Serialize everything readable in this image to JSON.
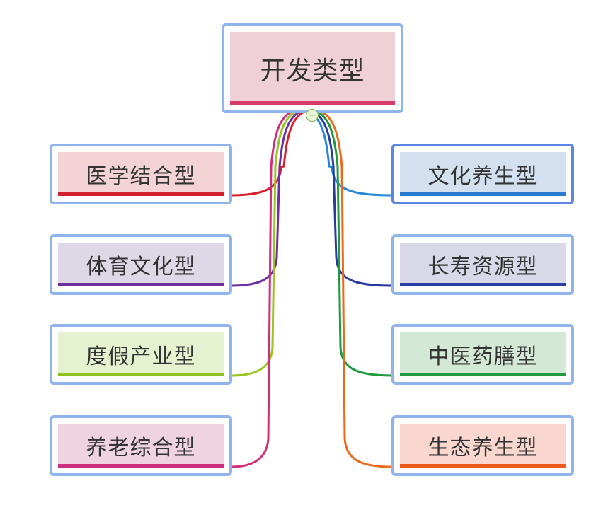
{
  "root": {
    "label": "开发类型",
    "fill": "#efd0d6",
    "underline": "#d63a6a",
    "collapse_symbol": "−"
  },
  "left_nodes": [
    {
      "label": "医学结合型",
      "fill": "#f3d3d6",
      "underline": "#d3202f",
      "link": "#d8202a"
    },
    {
      "label": "体育文化型",
      "fill": "#ddd7e6",
      "underline": "#6d2d9a",
      "link": "#6f2ea3"
    },
    {
      "label": "度假产业型",
      "fill": "#e6f2cf",
      "underline": "#8cc21b",
      "link": "#9ac41f"
    },
    {
      "label": "养老综合型",
      "fill": "#efd3e0",
      "underline": "#cc2f7c",
      "link": "#d22d7a"
    }
  ],
  "right_nodes": [
    {
      "label": "文化养生型",
      "fill": "#d2e0ef",
      "underline": "#2a7bd0",
      "link": "#2688d6",
      "selected": true
    },
    {
      "label": "长寿资源型",
      "fill": "#d8d8e8",
      "underline": "#2a3ea7",
      "link": "#2a3aa3",
      "selected": false
    },
    {
      "label": "中医药膳型",
      "fill": "#d3e9d5",
      "underline": "#1f9a40",
      "link": "#1f9a3e",
      "selected": false
    },
    {
      "label": "生态养生型",
      "fill": "#f9d7cf",
      "underline": "#ef5a1c",
      "link": "#ee6a1a",
      "selected": false
    }
  ]
}
